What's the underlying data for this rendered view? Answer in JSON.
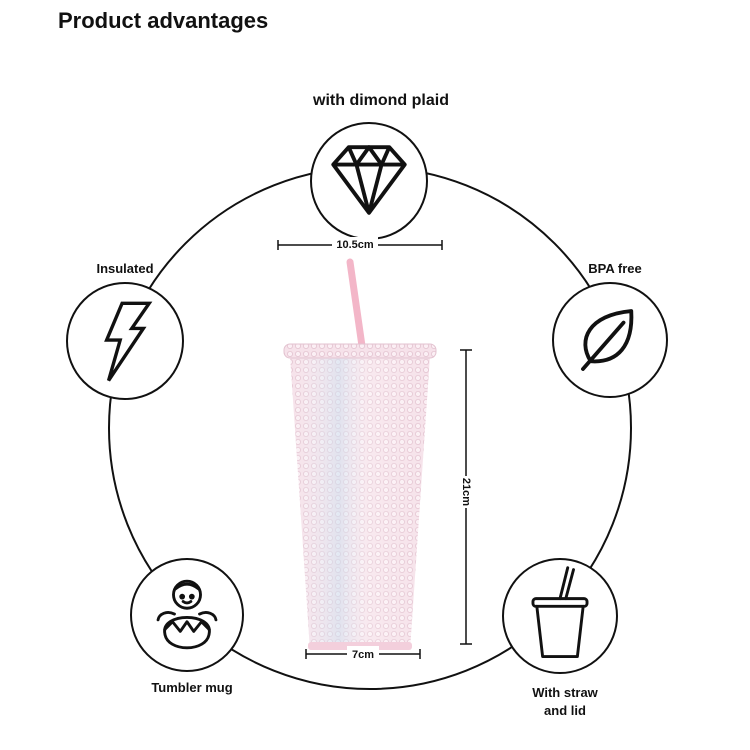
{
  "page": {
    "title": "Product advantages"
  },
  "features": {
    "top": {
      "label": "with dimond plaid",
      "icon": "diamond-icon"
    },
    "left": {
      "label": "Insulated",
      "icon": "lightning-bolt-icon"
    },
    "right": {
      "label": "BPA free",
      "icon": "leaf-icon"
    },
    "bottom_left": {
      "label": "Tumbler mug",
      "icon": "tumbler-doll-icon"
    },
    "bottom_right": {
      "label_line1": "With straw",
      "label_line2": "and lid",
      "icon": "cup-with-straw-icon"
    }
  },
  "dimensions": {
    "top_width": "10.5cm",
    "height": "21cm",
    "bottom_width": "7cm"
  },
  "colors": {
    "outline": "#111111",
    "cup_pink": "#f5dde6",
    "straw_pink": "#f3b6c8"
  }
}
